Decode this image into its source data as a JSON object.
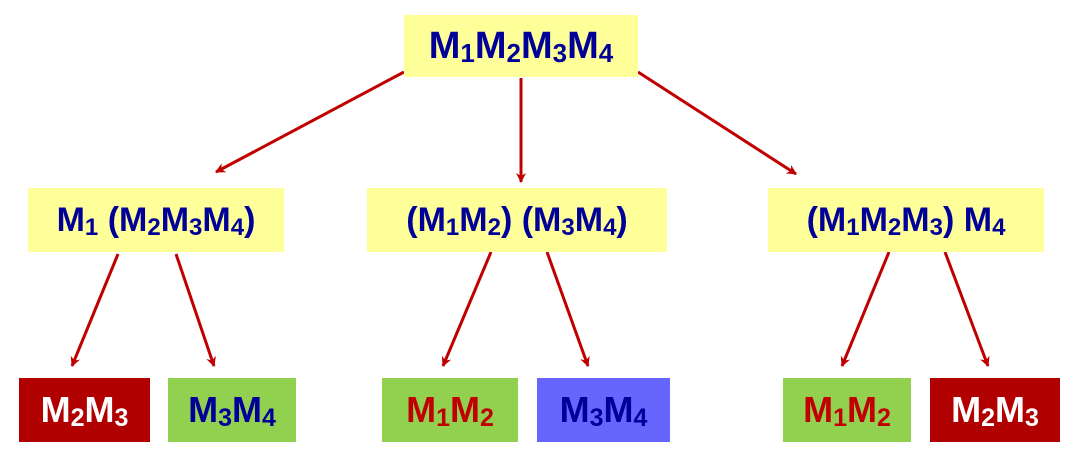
{
  "root": {
    "label": "M1M2M3M4",
    "parts": [
      [
        "M",
        "1"
      ],
      [
        "M",
        "2"
      ],
      [
        "M",
        "3"
      ],
      [
        "M",
        "4"
      ]
    ]
  },
  "level1": [
    {
      "label": "M1 (M2M3M4)",
      "parts": [
        [
          "M",
          "1"
        ],
        [
          " (M",
          "2"
        ],
        [
          "M",
          "3"
        ],
        [
          "M",
          "4"
        ],
        [
          ")",
          ""
        ]
      ]
    },
    {
      "label": "(M1M2) (M3M4)",
      "parts": [
        [
          "(M",
          "1"
        ],
        [
          "M",
          "2"
        ],
        [
          ") (M",
          "3"
        ],
        [
          "M",
          "4"
        ],
        [
          ")",
          ""
        ]
      ]
    },
    {
      "label": "(M1M2M3) M4",
      "parts": [
        [
          "(M",
          "1"
        ],
        [
          "M",
          "2"
        ],
        [
          "M",
          "3"
        ],
        [
          ") M",
          "4"
        ]
      ]
    }
  ],
  "leaves": [
    {
      "label": "M2M3",
      "color": "#b00000",
      "parts": [
        [
          "M",
          "2"
        ],
        [
          "M",
          "3"
        ]
      ]
    },
    {
      "label": "M3M4",
      "color": "#6666ff",
      "parts": [
        [
          "M",
          "3"
        ],
        [
          "M",
          "4"
        ]
      ]
    },
    {
      "label": "M1M2",
      "color": "#92d050",
      "parts": [
        [
          "M",
          "1"
        ],
        [
          "M",
          "2"
        ]
      ]
    },
    {
      "label": "M3M4",
      "color": "#6666ff",
      "parts": [
        [
          "M",
          "3"
        ],
        [
          "M",
          "4"
        ]
      ]
    },
    {
      "label": "M1M2",
      "color": "#92d050",
      "parts": [
        [
          "M",
          "1"
        ],
        [
          "M",
          "2"
        ]
      ]
    },
    {
      "label": "M2M3",
      "color": "#b00000",
      "parts": [
        [
          "M",
          "2"
        ],
        [
          "M",
          "3"
        ]
      ]
    }
  ],
  "colors": {
    "arrow": "#c00000",
    "level_fill": "#ffff99",
    "text_dark": "#000099"
  }
}
